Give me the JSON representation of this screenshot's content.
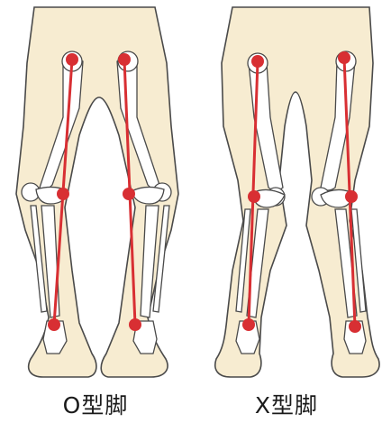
{
  "figures": [
    {
      "id": "o",
      "caption": "O型脚"
    },
    {
      "id": "x",
      "caption": "X型脚"
    }
  ],
  "colors": {
    "skin": "#f7ecd1",
    "bone": "#ffffff",
    "outline": "#4a4a4a",
    "axis": "#d82f33"
  }
}
